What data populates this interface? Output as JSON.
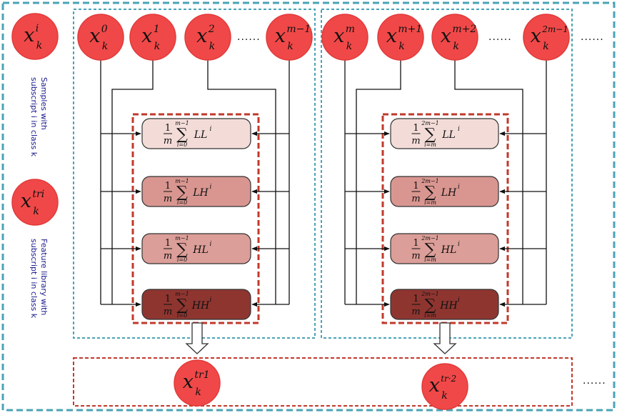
{
  "legend": {
    "sample_symbol": {
      "base": "x",
      "sub": "k",
      "sup": "i"
    },
    "sample_desc_lines": [
      "Samples with",
      "subscript i in class k"
    ],
    "feature_symbol": {
      "base": "x",
      "sub": "k",
      "sup": "tri"
    },
    "feature_desc_lines": [
      "Feature library with",
      "subscript i in class k"
    ]
  },
  "group1": {
    "samples": [
      {
        "base": "x",
        "sub": "k",
        "sup": "0"
      },
      {
        "base": "x",
        "sub": "k",
        "sup": "1"
      },
      {
        "base": "x",
        "sub": "k",
        "sup": "2"
      },
      {
        "base": "x",
        "sub": "k",
        "sup": "m−1"
      }
    ],
    "ellipsis": "......",
    "bands": [
      {
        "frac_num": "1",
        "frac_den": "m",
        "sum_top": "m−1",
        "sum_bottom": "i=0",
        "term": "LL",
        "term_sup": "i"
      },
      {
        "frac_num": "1",
        "frac_den": "m",
        "sum_top": "m−1",
        "sum_bottom": "i=0",
        "term": "LH",
        "term_sup": "i"
      },
      {
        "frac_num": "1",
        "frac_den": "m",
        "sum_top": "m−1",
        "sum_bottom": "i=0",
        "term": "HL",
        "term_sup": "i"
      },
      {
        "frac_num": "1",
        "frac_den": "m",
        "sum_top": "m−1",
        "sum_bottom": "i=0",
        "term": "HH",
        "term_sup": "i"
      }
    ],
    "output": {
      "base": "x",
      "sub": "k",
      "sup": "tr1"
    }
  },
  "group2": {
    "samples": [
      {
        "base": "x",
        "sub": "k",
        "sup": "m"
      },
      {
        "base": "x",
        "sub": "k",
        "sup": "m+1"
      },
      {
        "base": "x",
        "sub": "k",
        "sup": "m+2"
      },
      {
        "base": "x",
        "sub": "k",
        "sup": "2m−1"
      }
    ],
    "ellipsis": "......",
    "bands": [
      {
        "frac_num": "1",
        "frac_den": "m",
        "sum_top": "2m−1",
        "sum_bottom": "i=m",
        "term": "LL",
        "term_sup": "i"
      },
      {
        "frac_num": "1",
        "frac_den": "m",
        "sum_top": "2m−1",
        "sum_bottom": "i=m",
        "term": "LH",
        "term_sup": "i"
      },
      {
        "frac_num": "1",
        "frac_den": "m",
        "sum_top": "2m−1",
        "sum_bottom": "i=m",
        "term": "HL",
        "term_sup": "i"
      },
      {
        "frac_num": "1",
        "frac_den": "m",
        "sum_top": "2m−1",
        "sum_bottom": "i=m",
        "term": "HH",
        "term_sup": "i"
      }
    ],
    "output": {
      "base": "x",
      "sub": "k",
      "sup": "tr·2"
    }
  },
  "trailing_ellipsis_top": "......",
  "trailing_ellipsis_bottom": "......",
  "colors": {
    "circle_fill": "#f04848",
    "circle_stroke": "#e23a3a",
    "teal_dash": "#4aa3b5",
    "red_dash": "#c0392b",
    "band_ll": "#f3dcd8",
    "band_lh": "#d99690",
    "band_hl": "#dc9e98",
    "band_hh": "#8e3530",
    "line": "#111111"
  }
}
